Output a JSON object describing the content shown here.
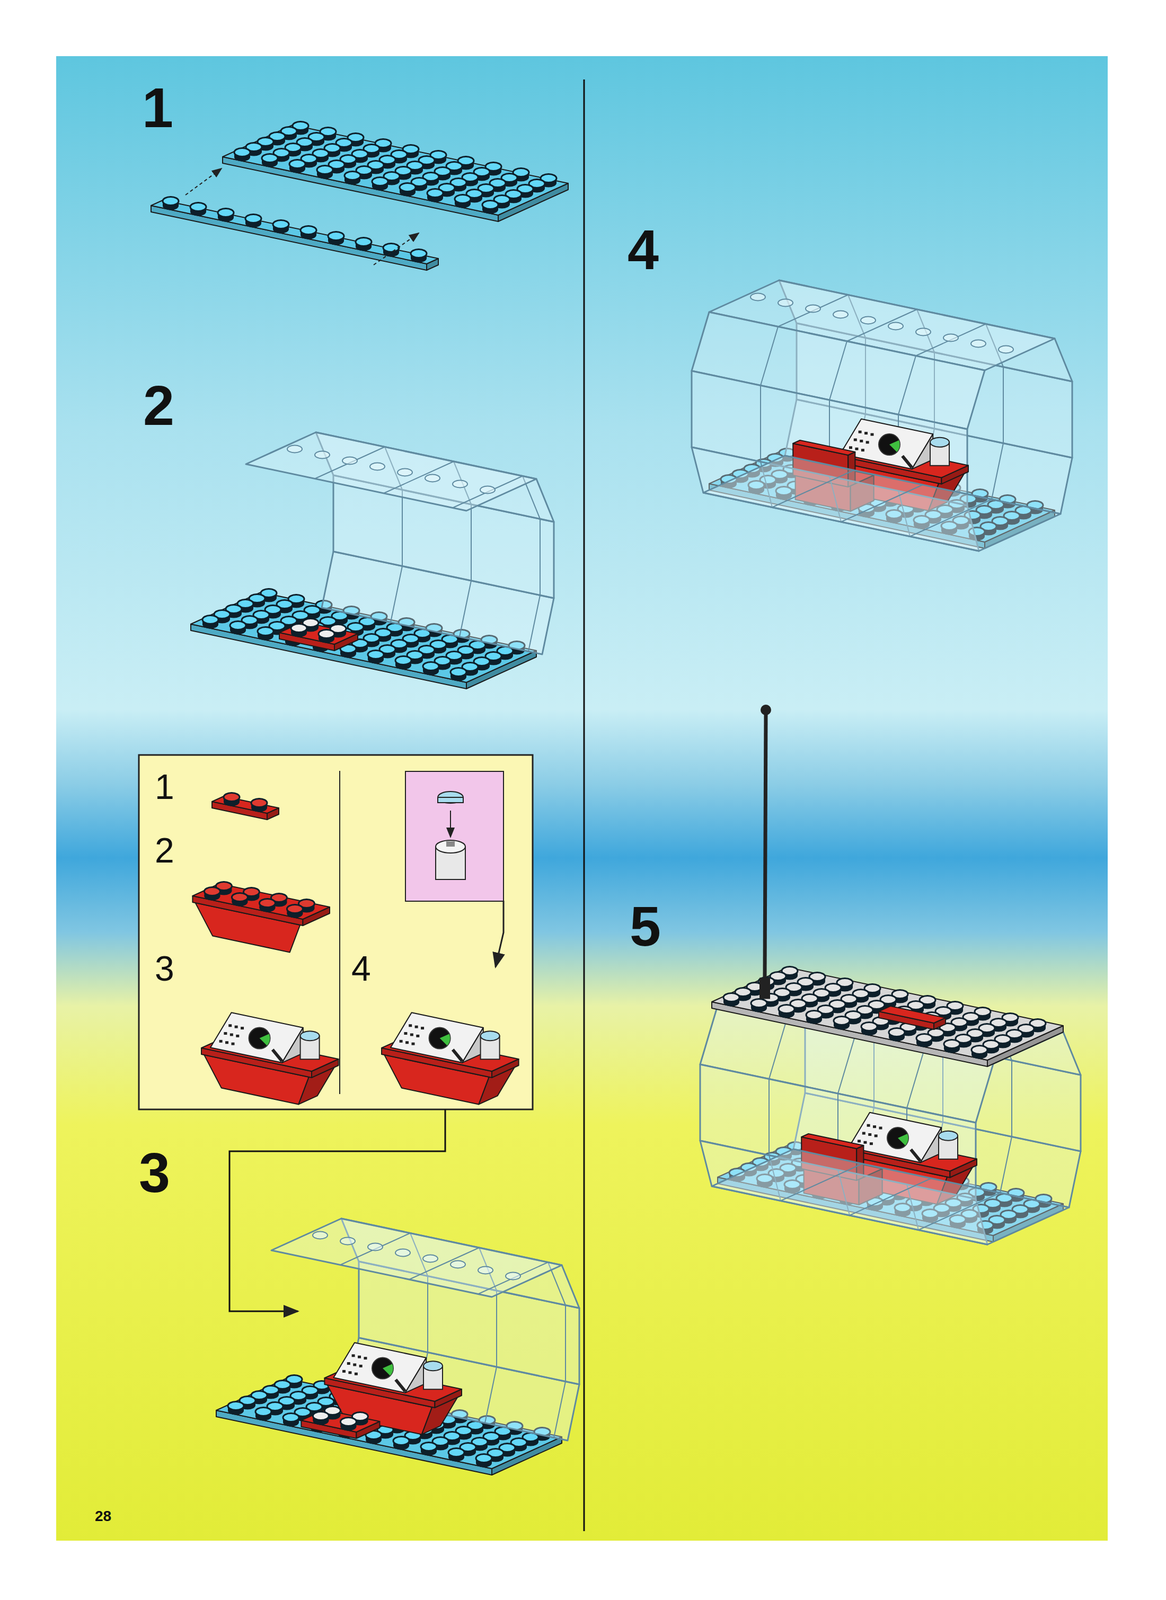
{
  "diagram": {
    "labels": [
      "1",
      "2",
      "1",
      "2",
      "3",
      "4",
      "3",
      "4",
      "5",
      "28"
    ]
  }
}
